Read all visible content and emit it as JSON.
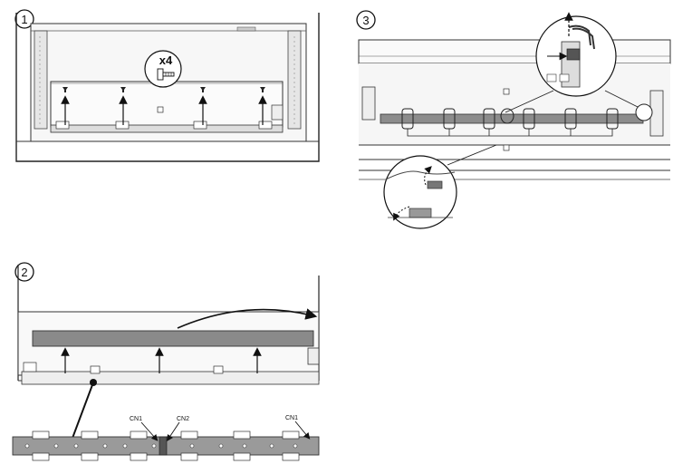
{
  "steps": [
    {
      "number": "1",
      "screw_quantity": "x4"
    },
    {
      "number": "2",
      "connectors": [
        "CN1",
        "CN2",
        "CN1"
      ]
    },
    {
      "number": "3"
    }
  ]
}
